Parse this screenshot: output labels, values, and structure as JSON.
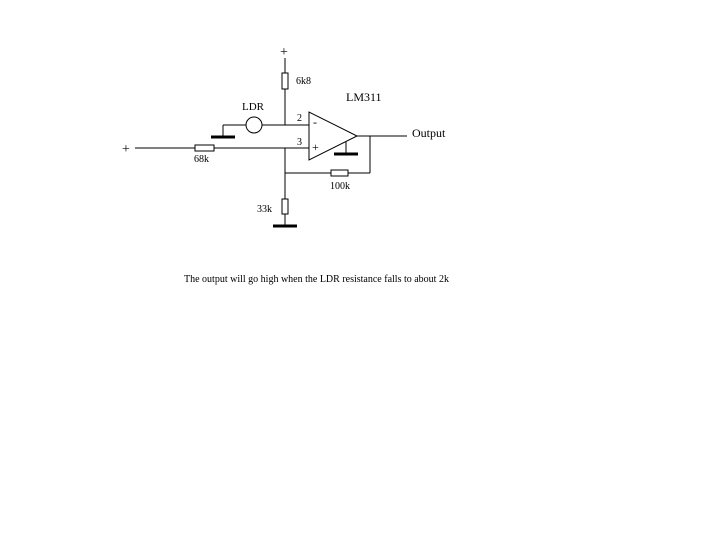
{
  "diagram": {
    "supply_top": "+",
    "supply_left": "+",
    "r_top": "6k8",
    "ic": "LM311",
    "ldr": "LDR",
    "pin_inv": "2",
    "pin_noninv": "3",
    "inv_sign": "-",
    "noninv_sign": "+",
    "output": "Output",
    "r_input": "68k",
    "r_feedback": "100k",
    "r_bottom": "33k",
    "caption": "The output will go high when the LDR resistance falls to about 2k"
  }
}
